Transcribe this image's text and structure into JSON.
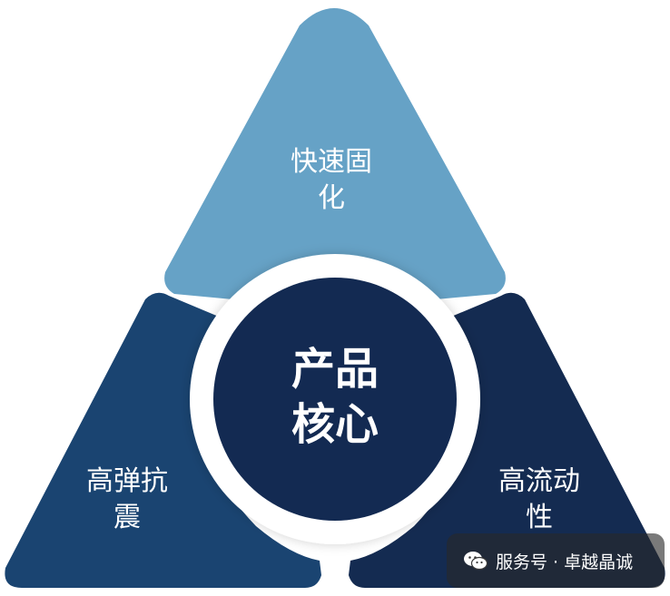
{
  "diagram": {
    "center_label_lines": [
      "产品",
      "核心"
    ],
    "segments": [
      {
        "id": "top",
        "lines": [
          "快速固",
          "化"
        ],
        "color": "#66a2c6"
      },
      {
        "id": "left",
        "lines": [
          "高弹抗",
          "震"
        ],
        "color": "#1a4471"
      },
      {
        "id": "right",
        "lines": [
          "高流动",
          "性"
        ],
        "color": "#142b51"
      }
    ],
    "center_color": "#132a52",
    "ring_color": "#ffffff"
  },
  "watermark": {
    "icon": "wechat-icon",
    "text": "服务号 · 卓越晶诚"
  }
}
